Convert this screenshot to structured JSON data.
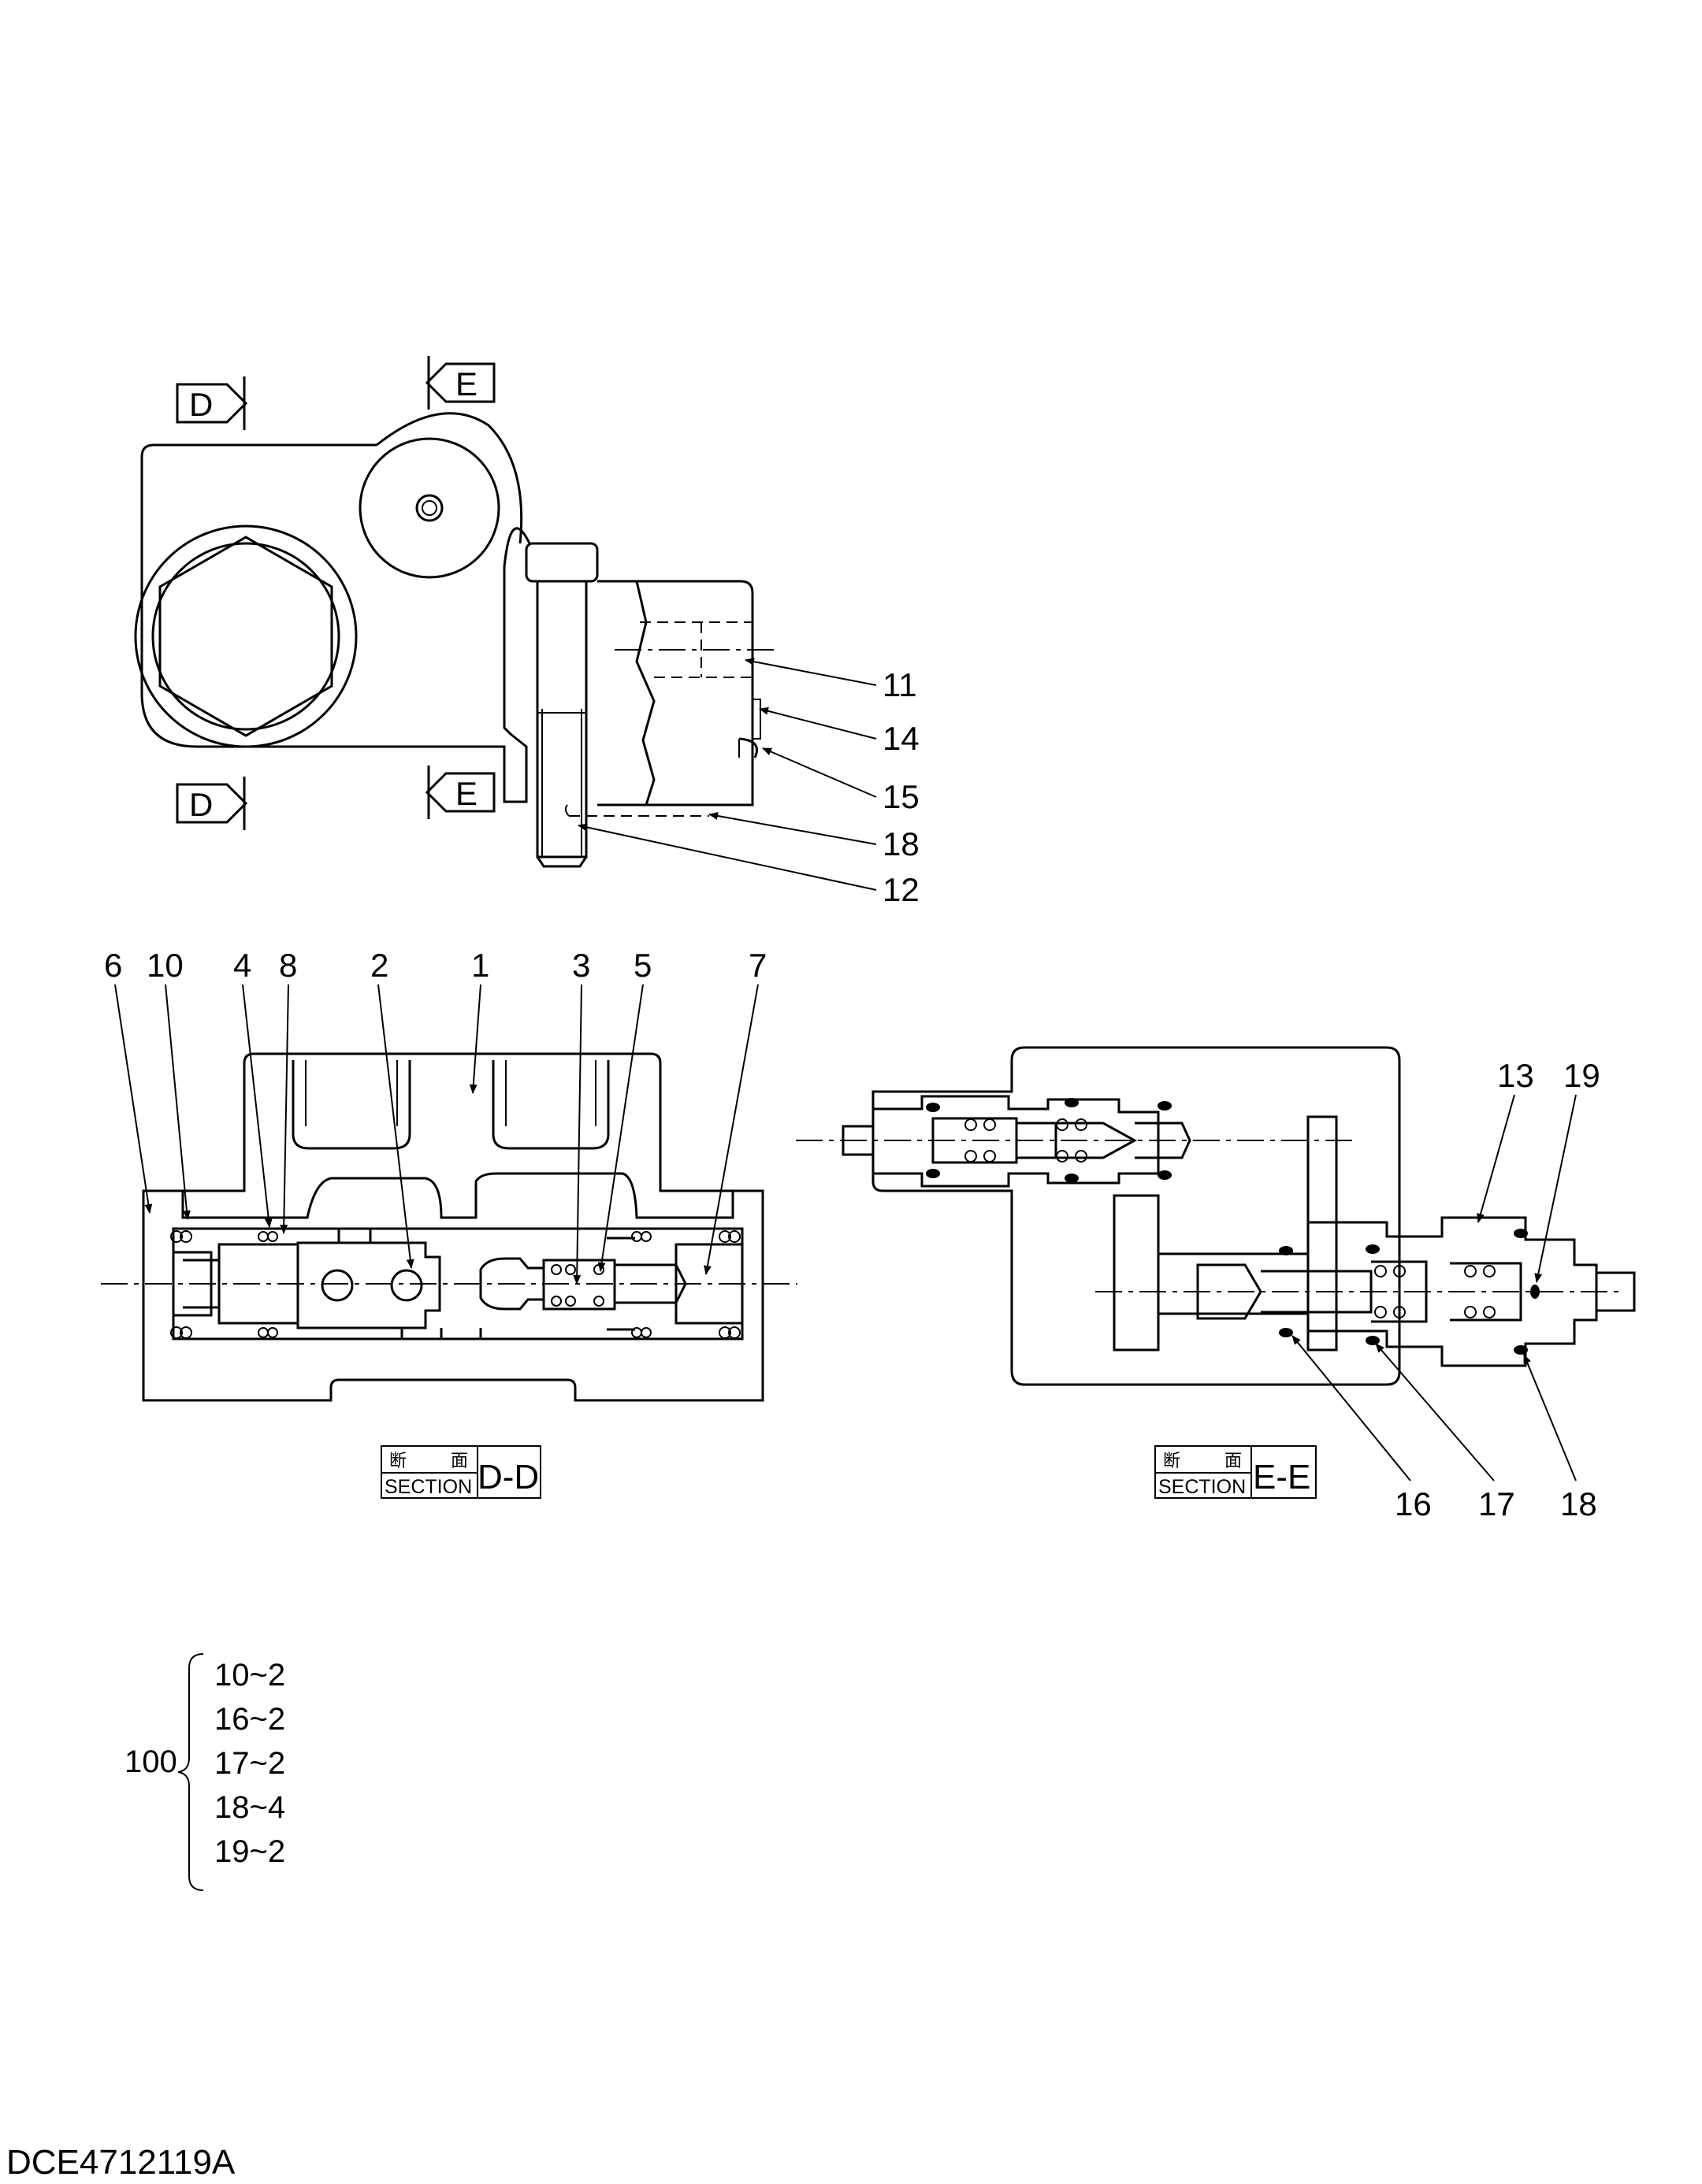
{
  "view_markers": {
    "d": "D",
    "e": "E"
  },
  "top_view_callouts": [
    "11",
    "14",
    "15",
    "18",
    "12"
  ],
  "section_dd": {
    "cjk_1": "断",
    "cjk_2": "面",
    "prefix": "SECTION",
    "name": "D-D",
    "callouts": [
      "6",
      "10",
      "4",
      "8",
      "2",
      "1",
      "3",
      "5",
      "7"
    ]
  },
  "section_ee": {
    "cjk_1": "断",
    "cjk_2": "面",
    "prefix": "SECTION",
    "name": "E-E",
    "callouts": [
      "13",
      "19",
      "16",
      "17",
      "18"
    ]
  },
  "seal_kit": {
    "number": "100",
    "items": [
      "10~2",
      "16~2",
      "17~2",
      "18~4",
      "19~2"
    ]
  },
  "drawing_code": "DCE4712119A"
}
